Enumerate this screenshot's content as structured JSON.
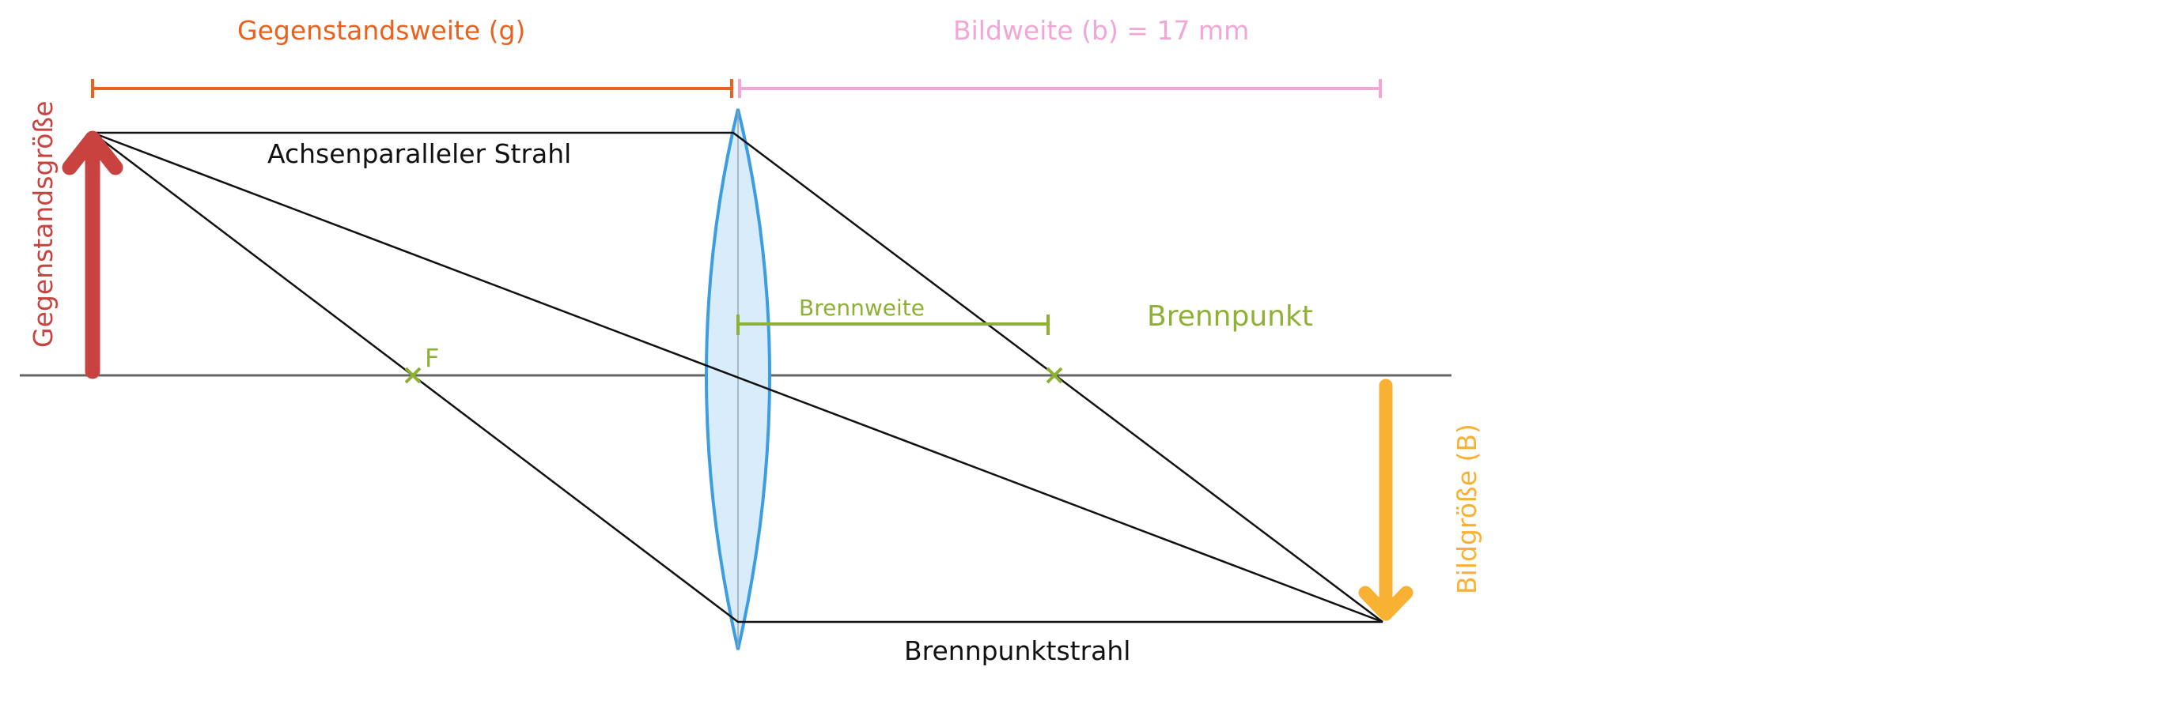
{
  "labels": {
    "object_distance": "Gegenstandsweite (g)",
    "image_distance": "Bildweite (b) = 17 mm",
    "parallel_ray": "Achsenparalleler Strahl",
    "focal_length": "Brennweite",
    "focal_point": "Brennpunkt",
    "focal_point_short": "F",
    "object_size": "Gegenstandsgröße",
    "image_size": "Bildgröße (B)",
    "focal_ray": "Brennpunktstrahl"
  },
  "colors": {
    "object_distance": "#e8611f",
    "image_distance": "#f2a6d6",
    "focal": "#8eb135",
    "object_arrow": "#c8433f",
    "image_arrow": "#f8b132",
    "lens_fill": "#d8ecfb",
    "lens_stroke": "#3c9de1",
    "optical_axis": "#666666",
    "rays": "#111111"
  }
}
